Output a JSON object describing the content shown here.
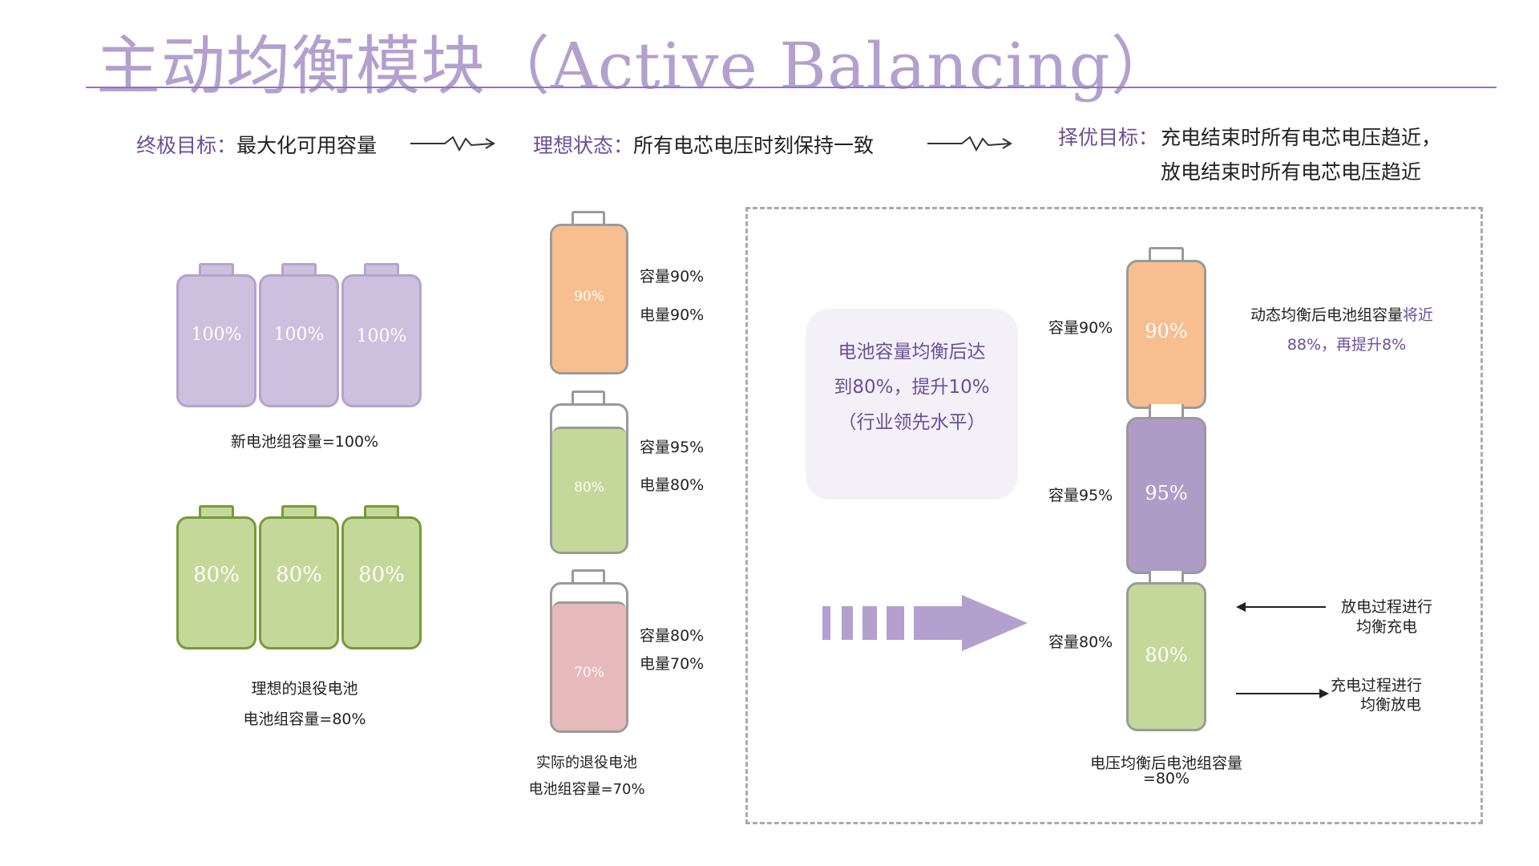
{
  "title": {
    "zh": "主动均衡模块",
    "en": "（Active Balancing）"
  },
  "goals": {
    "g1_label": "终极目标：",
    "g1_text": "最大化可用容量",
    "g2_label": "理想状态：",
    "g2_text": "所有电芯电压时刻保持一致",
    "g3_label": "择优目标：",
    "g3_line1": "充电结束时所有电芯电压趋近，",
    "g3_line2": "放电结束时所有电芯电压趋近"
  },
  "new_pack": {
    "cells": [
      "100%",
      "100%",
      "100%"
    ],
    "caption": "新电池组容量=100%",
    "color": "#ccc0de",
    "border": "#b4a4cc"
  },
  "ideal_retired": {
    "cells": [
      "80%",
      "80%",
      "80%"
    ],
    "caption_line1": "理想的退役电池",
    "caption_line2": "电池组容量=80%",
    "color": "#c4d89a",
    "border": "#779a3a"
  },
  "actual_retired": {
    "cells": [
      {
        "fill": "90%",
        "cap_label": "容量90%",
        "charge_label": "电量90%",
        "level": 1.0,
        "color": "#f7be8f"
      },
      {
        "fill": "80%",
        "cap_label": "容量95%",
        "charge_label": "电量80%",
        "level": 0.84,
        "color": "#c4d89a"
      },
      {
        "fill": "70%",
        "cap_label": "容量80%",
        "charge_label": "电量70%",
        "level": 0.87,
        "color": "#e6b9bb"
      }
    ],
    "caption_line1": "实际的退役电池",
    "caption_line2": "电池组容量=70%"
  },
  "callout": {
    "line1": "电池容量均衡后达",
    "line2": "到80%，提升10%",
    "line3": "（行业领先水平）"
  },
  "balanced": {
    "cells": [
      {
        "fill": "90%",
        "cap_label": "容量90%",
        "color": "#f7be8f"
      },
      {
        "fill": "95%",
        "cap_label": "容量95%",
        "color": "#ae9cc6"
      },
      {
        "fill": "80%",
        "cap_label": "容量80%",
        "color": "#c4d89a"
      }
    ],
    "caption_line1": "电压均衡后电池组容量",
    "caption_line2": "=80%",
    "dynamic_line1_a": "动态均衡后电池组容量",
    "dynamic_line1_b": "将近",
    "dynamic_line2": "88%，再提升8%",
    "discharge_line1": "放电过程进行",
    "discharge_line2": "均衡充电",
    "charge_line1": "充电过程进行",
    "charge_line2": "均衡放电"
  },
  "colors": {
    "accent": "#6b4f99",
    "title": "#b3a0cf",
    "arrow": "#b3a0cf"
  }
}
